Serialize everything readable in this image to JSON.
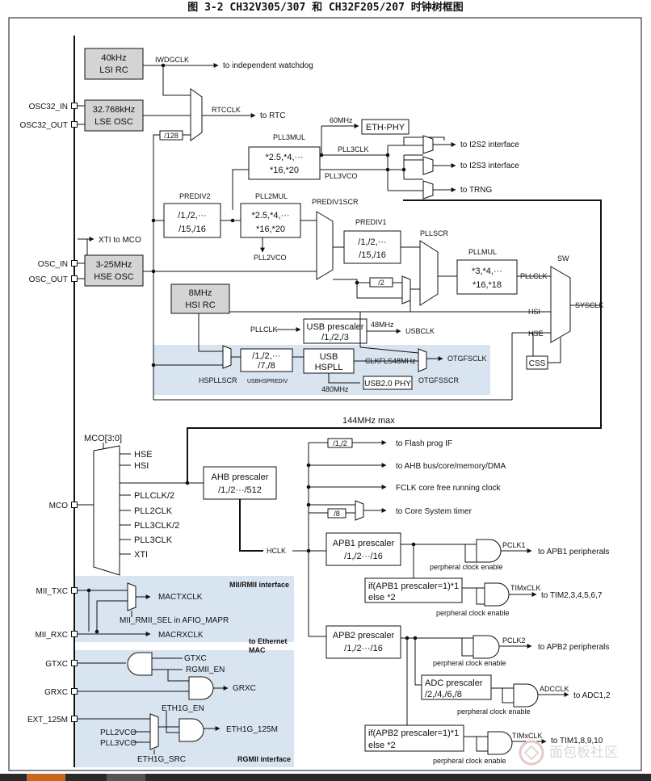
{
  "title": "图 3-2 CH32V305/307 和 CH32F205/207 时钟树框图",
  "osc": {
    "lsi": [
      "40kHz",
      "LSI RC"
    ],
    "lse": [
      "32.768kHz",
      "LSE OSC"
    ],
    "hse": [
      "3-25MHz",
      "HSE OSC"
    ],
    "hsi": [
      "8MHz",
      "HSI RC"
    ]
  },
  "pins": {
    "osc32_in": "OSC32_IN",
    "osc32_out": "OSC32_OUT",
    "osc_in": "OSC_IN",
    "osc_out": "OSC_OUT",
    "mco": "MCO",
    "mii_txc": "MII_TXC",
    "mii_rxc": "MII_RXC",
    "gtxc": "GTXC",
    "grxc": "GRXC",
    "ext_125m": "EXT_125M"
  },
  "signals": {
    "iwdgclk": "IWDGCLK",
    "to_iwdg": "to independent watchdog",
    "rtcclk": "RTCCLK",
    "to_rtc": "to RTC",
    "div128": "/128",
    "mhz60": "60MHz",
    "eth_phy": "ETH-PHY",
    "pll3mul": "PLL3MUL",
    "pll3mul_v1": "*2.5,*4,···",
    "pll3mul_v2": "*16,*20",
    "pll3clk": "PLL3CLK",
    "pll3vco": "PLL3VCO",
    "to_i2s2": "to I2S2 interface",
    "to_i2s3": "to I2S3 interface",
    "to_trng": "to TRNG",
    "prediv2": "PREDIV2",
    "prediv2_v1": "/1,/2,···",
    "prediv2_v2": "/15,/16",
    "pll2mul": "PLL2MUL",
    "pll2mul_v1": "*2.5,*4,···",
    "pll2mul_v2": "*16,*20",
    "pll2vco": "PLL2VCO",
    "prediv1scr": "PREDIV1SCR",
    "prediv1": "PREDIV1",
    "prediv1_v1": "/1,/2,···",
    "prediv1_v2": "/15,/16",
    "pllscr": "PLLSCR",
    "pllmul": "PLLMUL",
    "pllmul_v1": "*3,*4,···",
    "pllmul_v2": "*16,*18",
    "pllclk": "PLLCLK",
    "sw": "SW",
    "sysclk": "SYSCLK",
    "hsi": "HSI",
    "hse": "HSE",
    "css": "CSS",
    "xti_to_mco": "XTI to MCO",
    "div2": "/2",
    "usb_prescaler": "USB prescaler",
    "usb_prescaler_v": "/1,/2,/3",
    "mhz48": "48MHz",
    "usbclk": "USBCLK",
    "hspllscr": "HSPLLSCR",
    "usbhs_v1": "/1,/2,···",
    "usbhs_v2": "/7,/8",
    "usbhsprediv": "USBHSPREDIV",
    "usb_hspll": [
      "USB",
      "HSPLL"
    ],
    "clkfls48mhz": "CLKFLS48MHz",
    "otgfsclk": "OTGFSCLK",
    "otgfsscr": "OTGFSSCR",
    "mhz480": "480MHz",
    "usb20phy": "USB2.0 PHY",
    "mhz144max": "144MHz max",
    "mco30": "MCO[3:0]",
    "mco_inputs": [
      "HSE",
      "HSI",
      "PLLCLK/2",
      "PLL2CLK",
      "PLL3CLK/2",
      "PLL3CLK",
      "XTI"
    ],
    "ahb_prescaler": "AHB prescaler",
    "ahb_prescaler_v": "/1,/2···/512",
    "hclk": "HCLK",
    "div12": "/1,/2",
    "to_flash": "to Flash prog IF",
    "to_ahb": "to AHB bus/core/memory/DMA",
    "fclk": "FCLK core free running clock",
    "div8": "/8",
    "to_systimer": "to Core System timer",
    "apb1_prescaler": "APB1 prescaler",
    "apb1_prescaler_v": "/1,/2···/16",
    "pclk1": "PCLK1",
    "to_apb1": "to APB1 peripherals",
    "perph_enable": "perpheral clock enable",
    "if_apb1": "if(APB1 prescaler=1)*1",
    "else2": "else  *2",
    "timxclk": "TIMxCLK",
    "to_tim2": "to TIM2,3,4,5,6,7",
    "apb2_prescaler": "APB2 prescaler",
    "apb2_prescaler_v": "/1,/2···/16",
    "pclk2": "PCLK2",
    "to_apb2": "to APB2 peripherals",
    "adc_prescaler": "ADC prescaler",
    "adc_prescaler_v": "/2,/4,/6,/8",
    "adcclk": "ADCCLK",
    "to_adc": "to ADC1,2",
    "if_apb2": "if(APB2 prescaler=1)*1",
    "to_tim1": "to TIM1,8,9,10",
    "macrmii": "MII/RMII interface",
    "mactxclk": "MACTXCLK",
    "mii_rmii_sel": "MII_RMII_SEL in AFIO_MAPR",
    "macrxclk": "MACRXCLK",
    "to_eth_mac": [
      "to Ethernet",
      "MAC"
    ],
    "gtxc_sig": "GTXC",
    "rgmii_en": "RGMII_EN",
    "grxc_sig": "GRXC",
    "eth1g_en": "ETH1G_EN",
    "eth1g_125m": "ETH1G_125M",
    "pll2vco_in": "PLL2VCO",
    "pll3vco_in": "PLL3VCO",
    "eth1g_src": "ETH1G_SRC",
    "rgmii_interface": "RGMII interface"
  },
  "watermark": "面包板社区"
}
